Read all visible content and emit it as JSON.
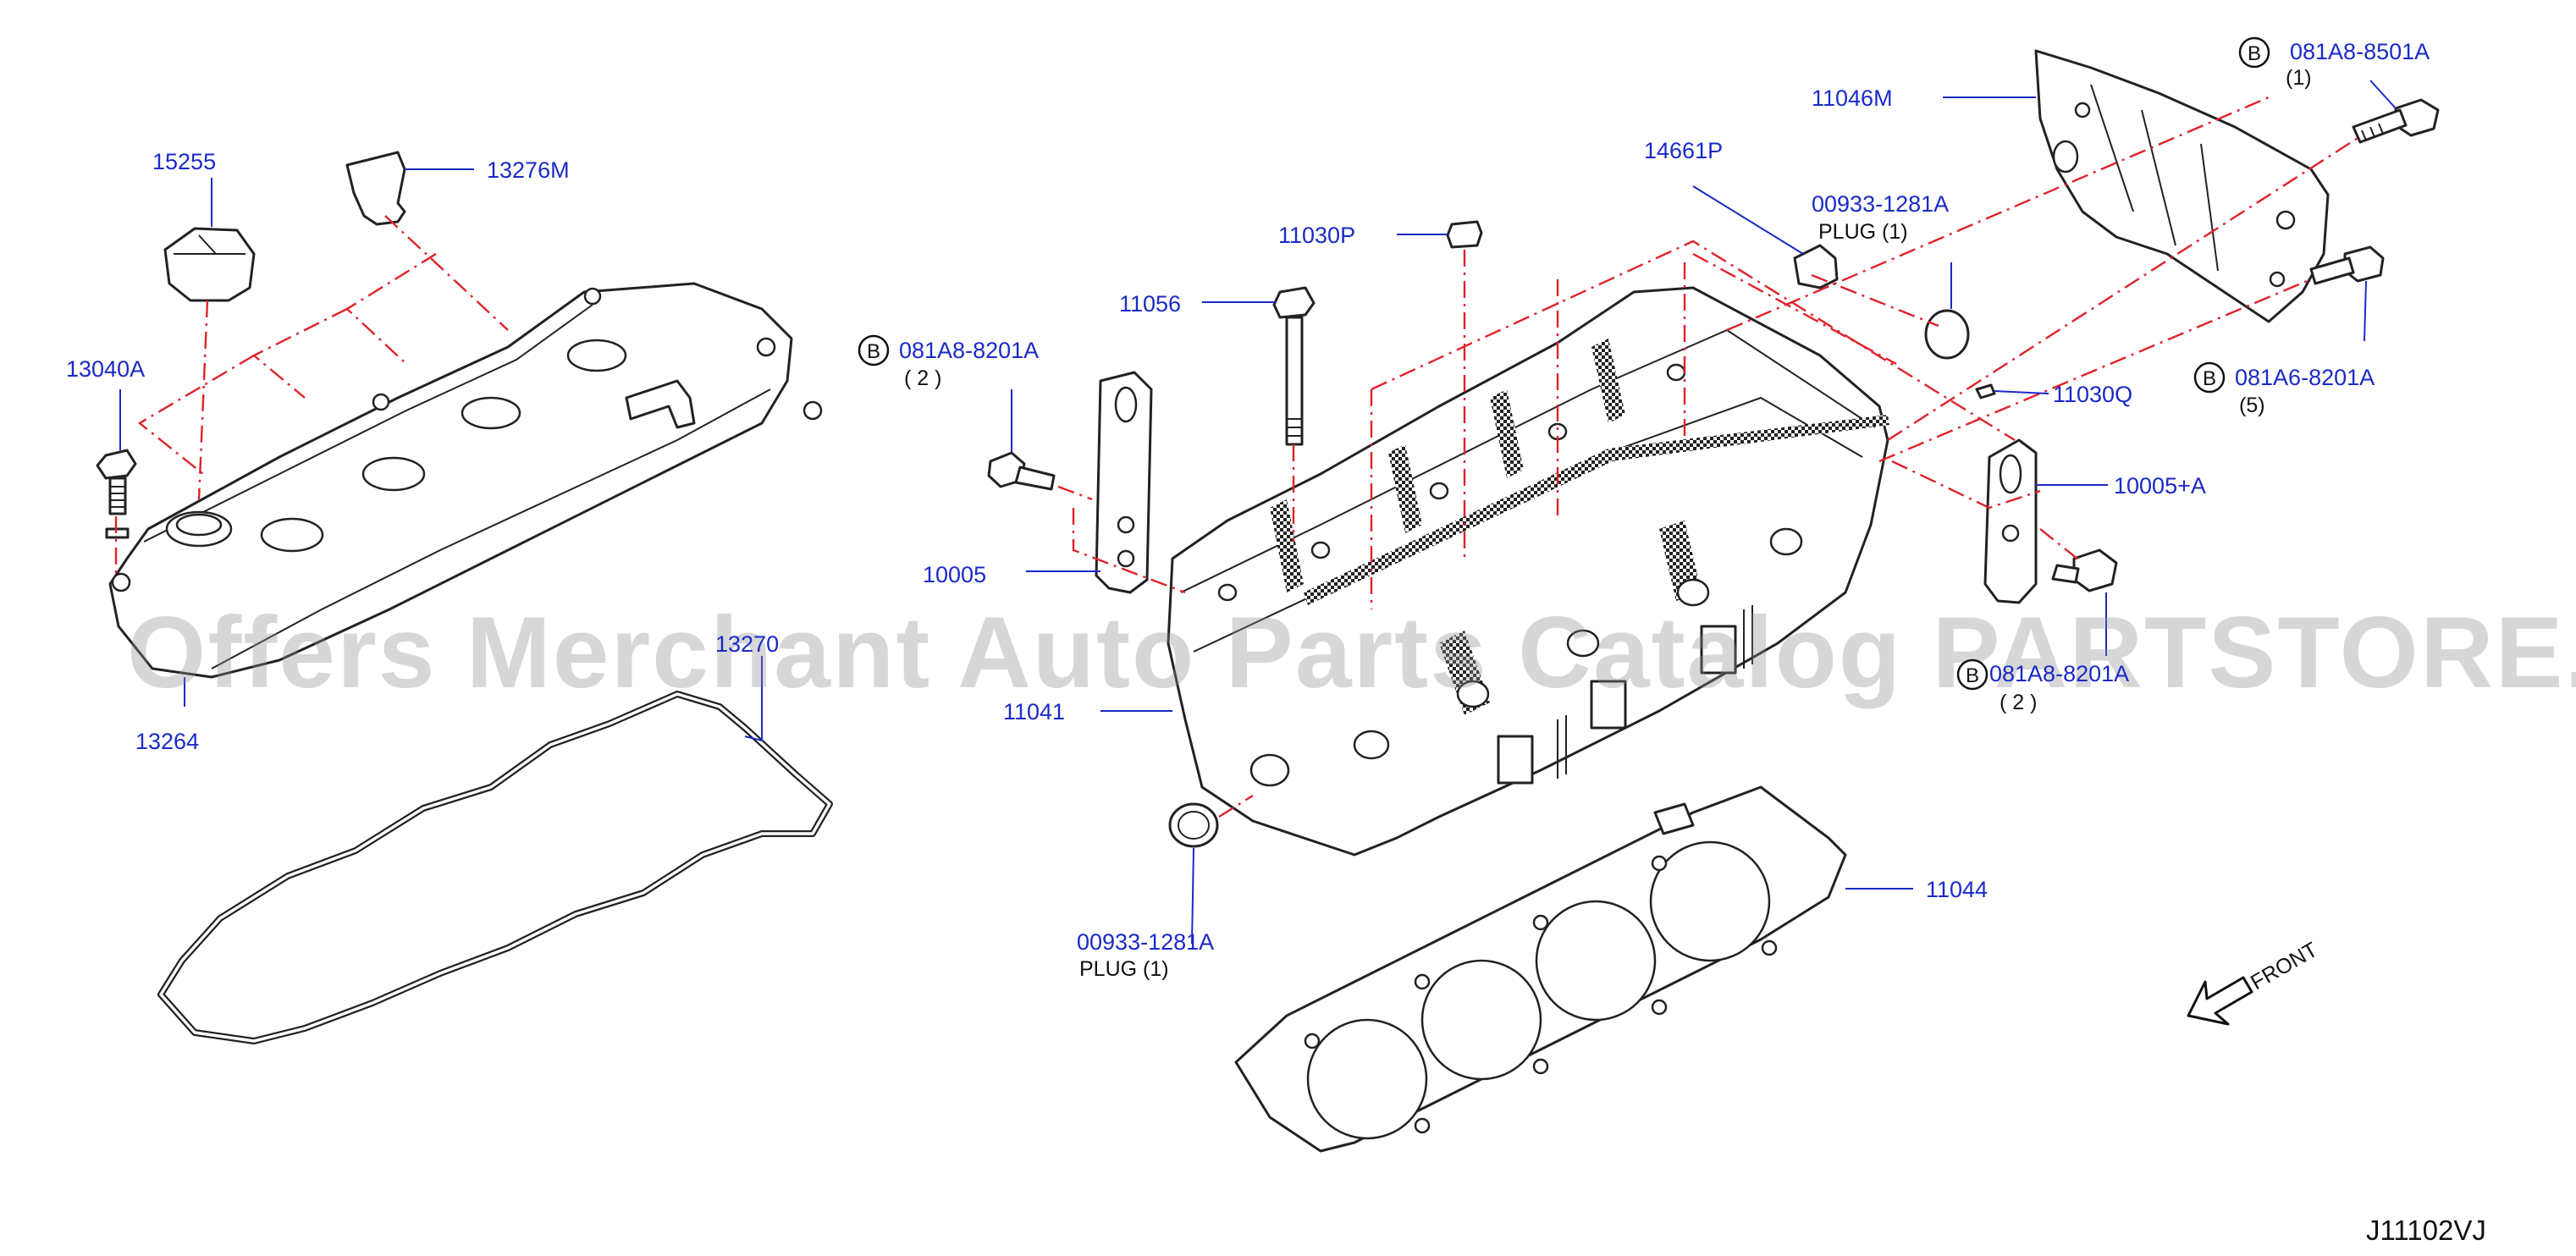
{
  "diagram": {
    "watermark": "Offers Merchant Auto Parts Catalog PARTSTORE.SA",
    "reference_code": "J11102VJ",
    "front_label": "FRONT",
    "callouts": {
      "c15255": "15255",
      "c13276M": "13276M",
      "c13040A": "13040A",
      "c13264": "13264",
      "c13270": "13270",
      "c11056": "11056",
      "c11030P": "11030P",
      "c14661P": "14661P",
      "c00933top": "00933-1281A",
      "c11046M": "11046M",
      "c081A88501A": "081A8-8501A",
      "c081A88201A_left": "081A8-8201A",
      "c10005": "10005",
      "c11041": "11041",
      "c00933bot": "00933-1281A",
      "c11030Q": "11030Q",
      "c081A68201A": "081A6-8201A",
      "c10005A": "10005+A",
      "c081A88201A_right": "081A8-8201A",
      "c11044": "11044"
    },
    "notes": {
      "plug_top": "PLUG   (1)",
      "plug_bot": "PLUG   (1)",
      "qty_1": "(1)",
      "qty_2_left": "(  2  )",
      "qty_5": "(5)",
      "qty_2_right": "(  2  )"
    },
    "bolt_mark": "B"
  }
}
